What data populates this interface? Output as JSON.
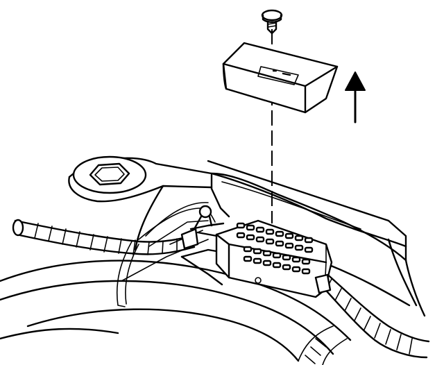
{
  "diagram": {
    "type": "exploded-view line drawing",
    "colors": {
      "line": "#000000",
      "background": "#ffffff"
    },
    "parts": [
      {
        "name": "screw",
        "icon": "screw-icon"
      },
      {
        "name": "connector-cover",
        "icon": "cover-icon"
      },
      {
        "name": "removal-direction-arrow",
        "icon": "arrow-up-icon"
      },
      {
        "name": "wiring-connector",
        "icon": "connector-icon"
      },
      {
        "name": "wiring-harness",
        "icon": "harness-icon"
      },
      {
        "name": "body-panel",
        "icon": "panel-icon"
      }
    ]
  }
}
